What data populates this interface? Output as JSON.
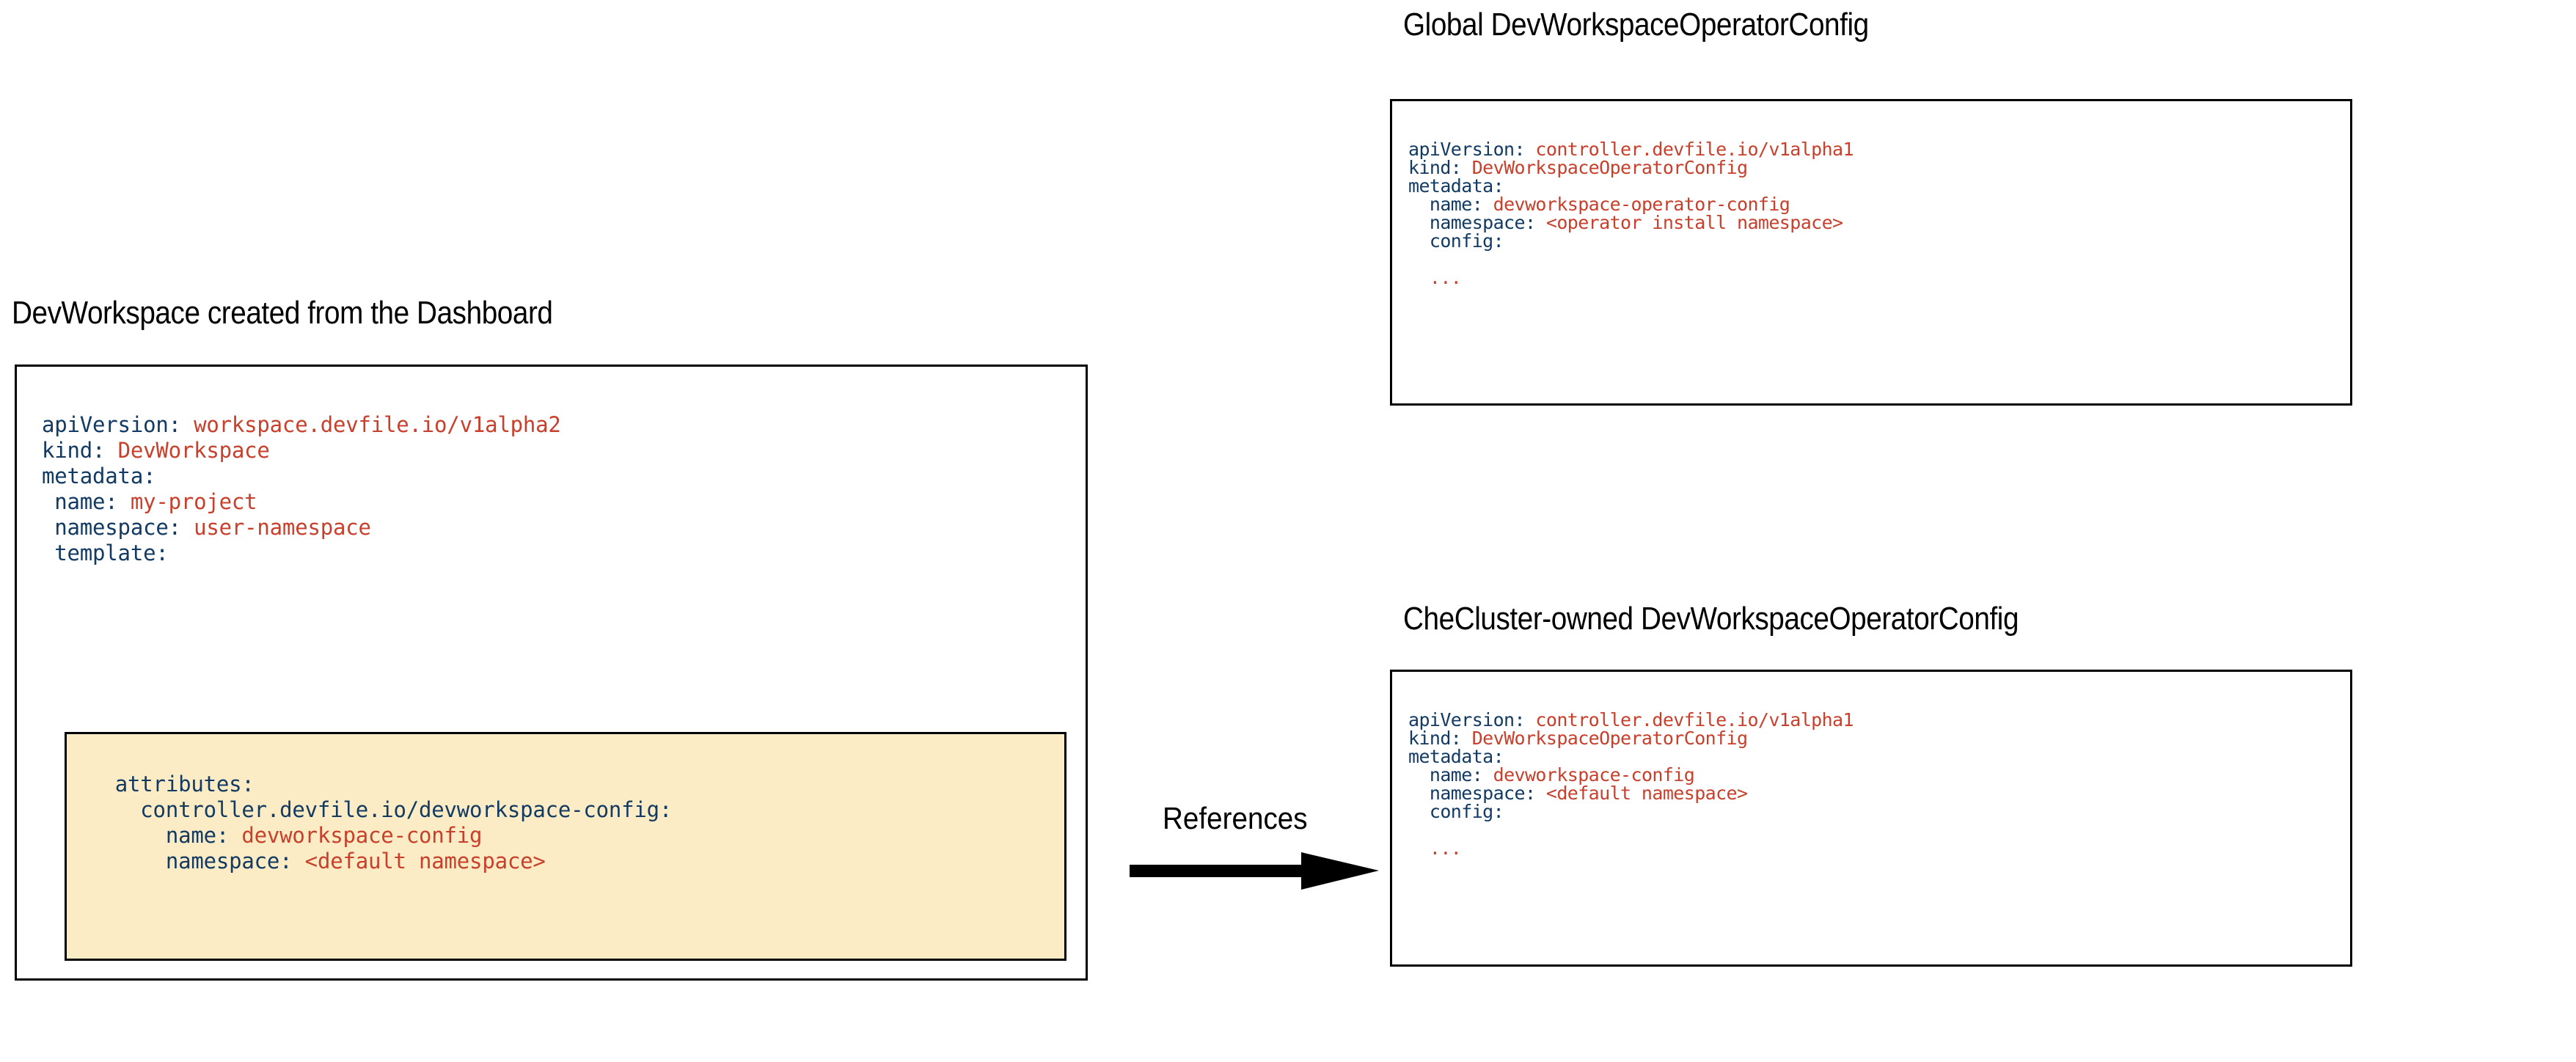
{
  "colors": {
    "background": "#ffffff",
    "border": "#000000",
    "title_text": "#000000",
    "yaml_key": "#123a63",
    "yaml_value": "#c8402c",
    "highlight_background": "#fcecc5",
    "arrow": "#000000"
  },
  "panels": {
    "devworkspace": {
      "title": "DevWorkspace created from the Dashboard",
      "code_lines": [
        {
          "key": "apiVersion:",
          "value": " workspace.devfile.io/v1alpha2"
        },
        {
          "key": "kind:",
          "value": " DevWorkspace"
        },
        {
          "key": "metadata:",
          "value": ""
        },
        {
          "key": " name:",
          "value": " my-project"
        },
        {
          "key": " namespace:",
          "value": " user-namespace"
        },
        {
          "key": " template:",
          "value": ""
        }
      ],
      "highlight": {
        "code_lines": [
          {
            "key": "   attributes:",
            "value": ""
          },
          {
            "key": "     controller.devfile.io/devworkspace-config:",
            "value": ""
          },
          {
            "key": "       name:",
            "value": " devworkspace-config"
          },
          {
            "key": "       namespace:",
            "value": " <default namespace>"
          }
        ]
      }
    },
    "global": {
      "title": "Global DevWorkspaceOperatorConfig",
      "code_lines": [
        {
          "key": "apiVersion:",
          "value": " controller.devfile.io/v1alpha1"
        },
        {
          "key": "kind:",
          "value": " DevWorkspaceOperatorConfig"
        },
        {
          "key": "metadata:",
          "value": ""
        },
        {
          "key": "  name:",
          "value": " devworkspace-operator-config"
        },
        {
          "key": "  namespace:",
          "value": " <operator install namespace>"
        },
        {
          "key": "  config:",
          "value": ""
        },
        {
          "key": "",
          "value": ""
        },
        {
          "key": "  ",
          "value": "..."
        }
      ]
    },
    "checluster": {
      "title": "CheCluster-owned DevWorkspaceOperatorConfig",
      "code_lines": [
        {
          "key": "apiVersion:",
          "value": " controller.devfile.io/v1alpha1"
        },
        {
          "key": "kind:",
          "value": " DevWorkspaceOperatorConfig"
        },
        {
          "key": "metadata:",
          "value": ""
        },
        {
          "key": "  name:",
          "value": " devworkspace-config"
        },
        {
          "key": "  namespace:",
          "value": " <default namespace>"
        },
        {
          "key": "  config:",
          "value": ""
        },
        {
          "key": "",
          "value": ""
        },
        {
          "key": "  ",
          "value": "..."
        }
      ]
    }
  },
  "connector": {
    "label": "References",
    "icon": "arrow-right-icon",
    "direction": "right"
  }
}
